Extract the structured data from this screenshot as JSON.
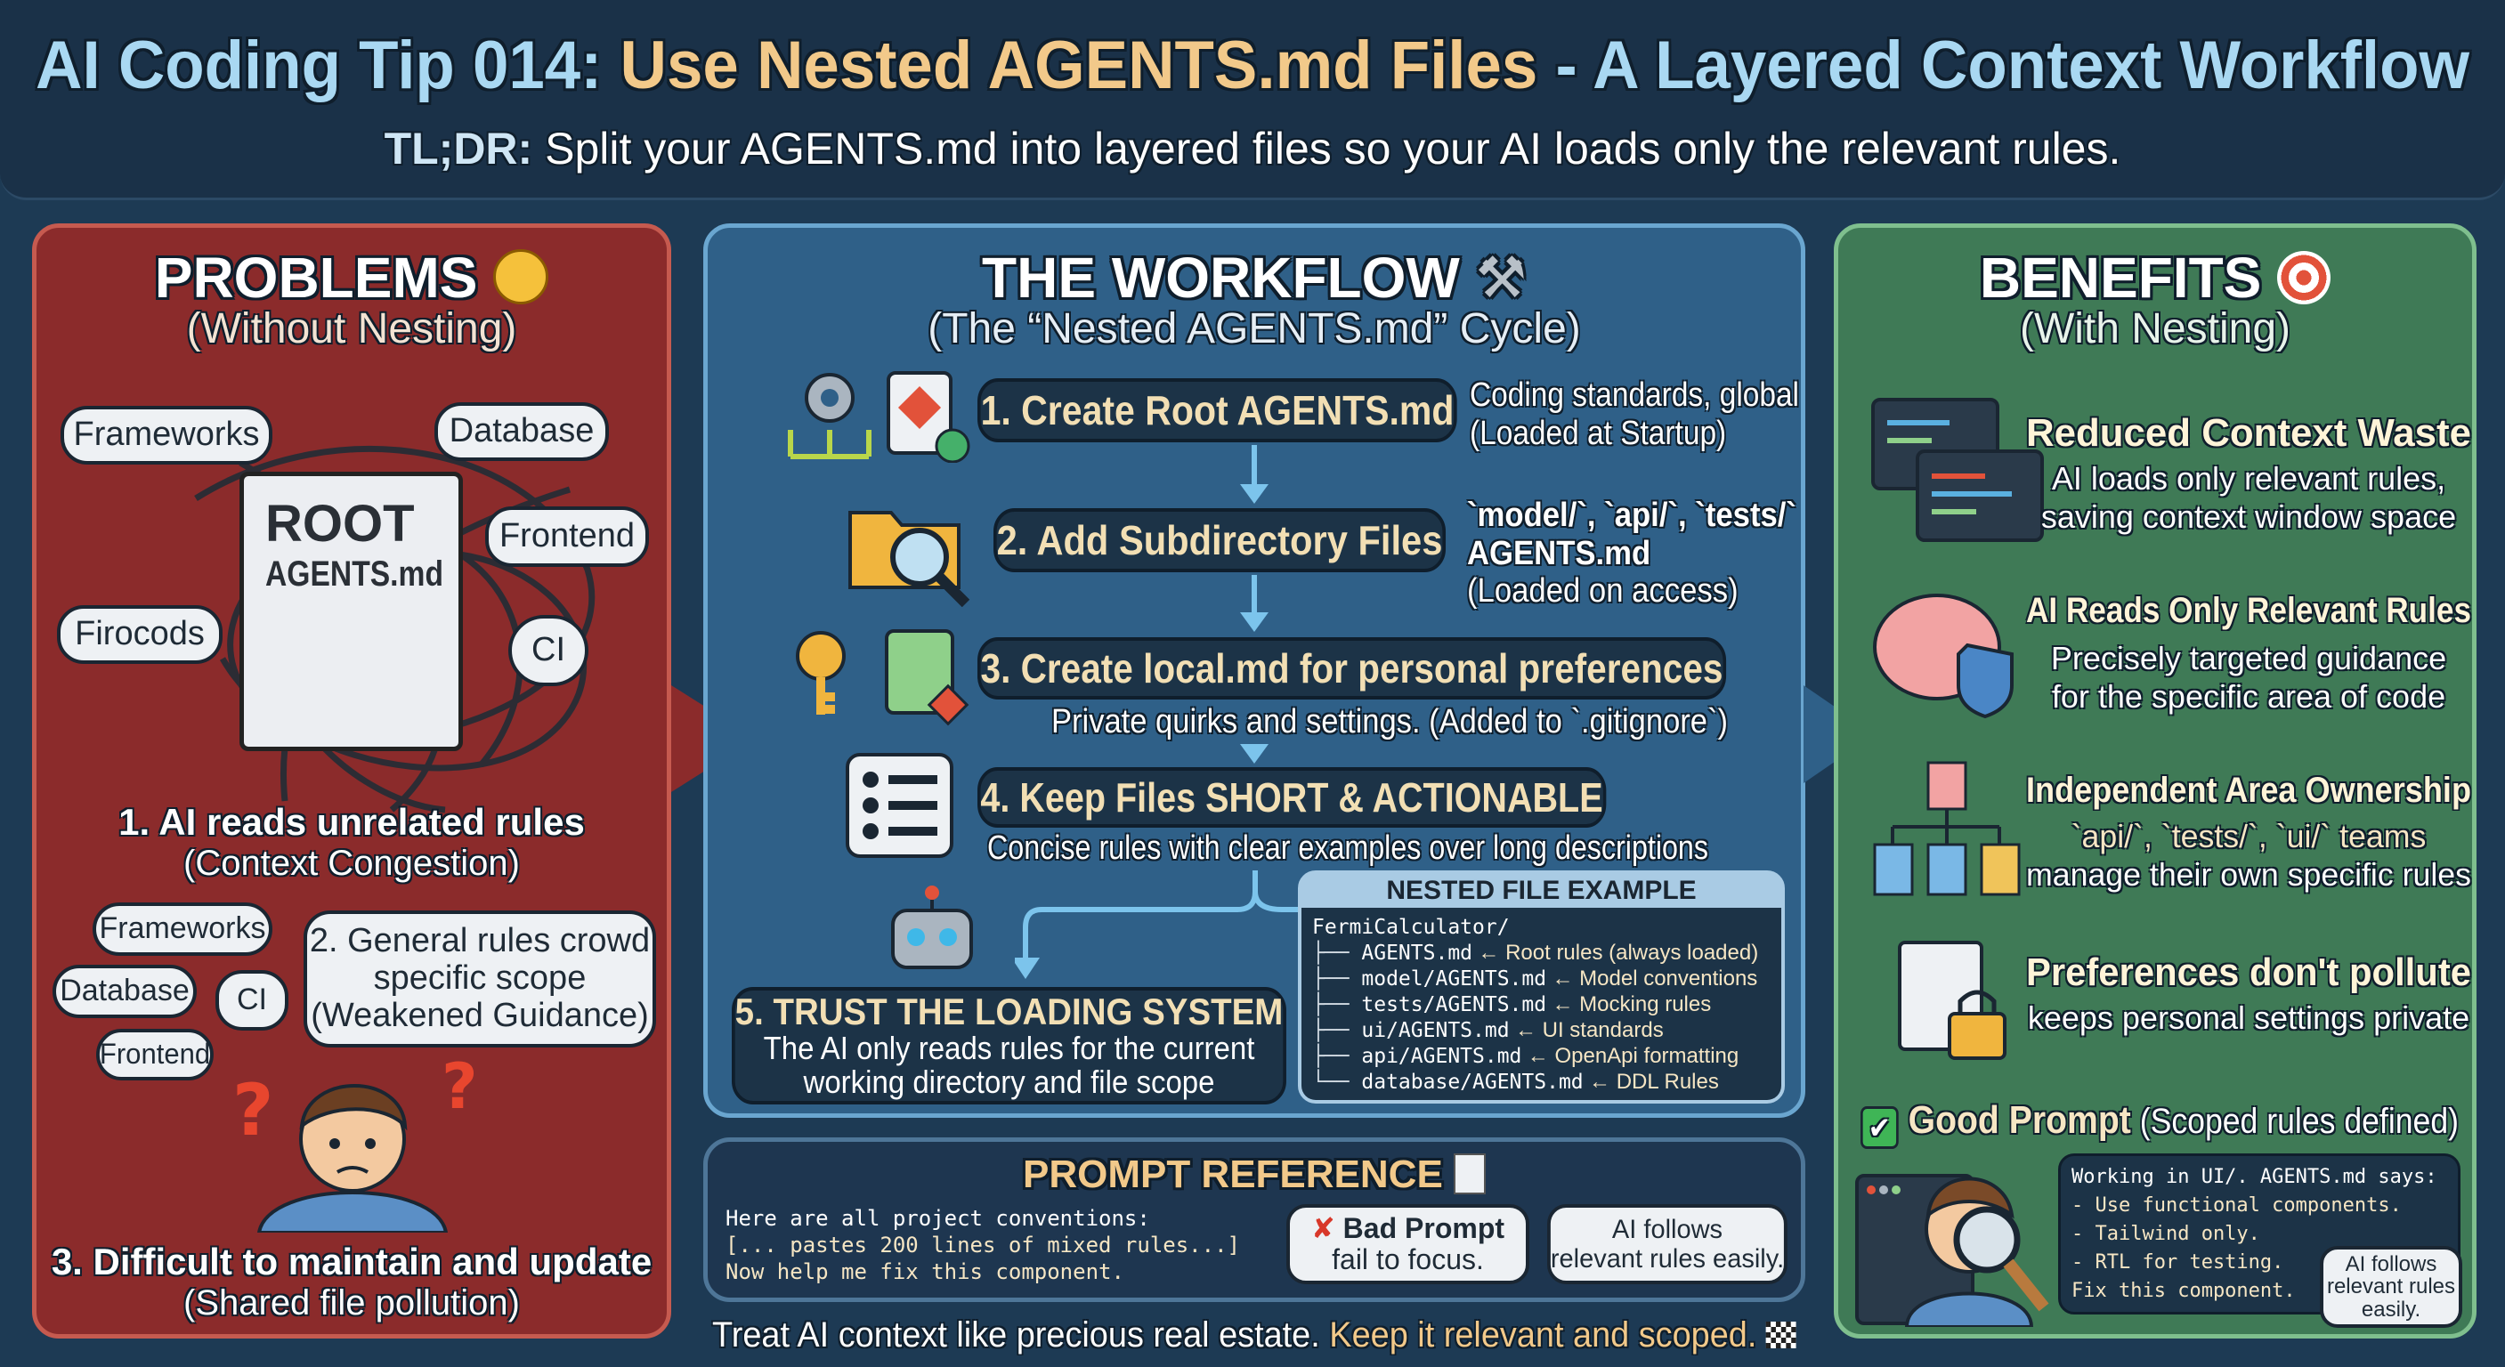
{
  "header": {
    "title_prefix": "AI Coding Tip 014: ",
    "title_highlight": "Use Nested AGENTS.md Files",
    "title_suffix": " - A Layered Context Workflow",
    "tldr_label": "TL;DR:",
    "tldr_text": " Split your AGENTS.md into layered files so your AI loads only the relevant rules."
  },
  "colors": {
    "problems": "#8b2b2b",
    "workflow": "#2f6088",
    "benefits": "#3f7a56",
    "background": "#1d3a54",
    "accent": "#f2c98a"
  },
  "problems": {
    "title": "PROBLEMS",
    "emoji_icon": "pensive-face-icon",
    "subtitle": "(Without Nesting)",
    "bubbles": [
      "Frameworks",
      "Database",
      "Frontend",
      "Firocods",
      "CI"
    ],
    "doc_line1": "ROOT",
    "doc_line2": "AGENTS.md",
    "point1": "1. AI reads unrelated rules",
    "point1_sub": "(Context Congestion)",
    "small_bubbles": [
      "Frameworks",
      "Database",
      "CI",
      "Frontend"
    ],
    "point2_line1": "2. General rules crowd",
    "point2_line2": "specific scope",
    "point2_line3": "(Weakened Guidance)",
    "point3": "3. Difficult to maintain and update",
    "point3_sub": "(Shared file pollution)"
  },
  "workflow": {
    "title": "THE WORKFLOW",
    "title_icon": "tools-icon",
    "subtitle": "(The “Nested AGENTS.md” Cycle)",
    "steps": [
      {
        "label": "1. Create Root AGENTS.md",
        "note1": "Coding standards, global",
        "note2": "(Loaded at Startup)"
      },
      {
        "label": "2. Add Subdirectory Files",
        "note1": "`model/`, `api/`, `tests/`",
        "note2": "AGENTS.md",
        "note3": "(Loaded on access)"
      },
      {
        "label": "3. Create local.md for personal preferences",
        "note1": "Private quirks and settings. (Added to `.gitignore`)"
      },
      {
        "label": "4. Keep Files SHORT & ACTIONABLE",
        "note1": "Concise rules with clear examples over long descriptions"
      },
      {
        "label": "5. TRUST THE LOADING SYSTEM",
        "note1": "The AI only reads rules for the current",
        "note2": "working directory and file scope"
      }
    ],
    "example": {
      "title": "NESTED FILE EXAMPLE",
      "root": "FermiCalculator/",
      "rows": [
        {
          "file": "AGENTS.md",
          "note": "← Root rules (always loaded)"
        },
        {
          "file": "model/AGENTS.md",
          "note": "← Model conventions"
        },
        {
          "file": "tests/AGENTS.md",
          "note": "← Mocking rules"
        },
        {
          "file": "ui/AGENTS.md",
          "note": "← UI standards"
        },
        {
          "file": "api/AGENTS.md",
          "note": "← OpenApi formatting"
        },
        {
          "file": "database/AGENTS.md",
          "note": "← DDL Rules"
        }
      ]
    }
  },
  "prompt_reference": {
    "title": "PROMPT REFERENCE",
    "title_icon": "memo-icon",
    "code": [
      "Here are all project conventions:",
      "[... pastes 200 lines of mixed rules...]",
      "Now help me fix this component."
    ],
    "bad_label": "Bad Prompt",
    "bad_sub": "fail to focus.",
    "good_line1": "AI follows",
    "good_line2": "relevant rules easily."
  },
  "footer": {
    "text_plain": "Treat AI context like precious real estate. ",
    "text_highlight": "Keep it relevant and scoped.",
    "icon": "checkered-flag-icon"
  },
  "benefits": {
    "title": "BENEFITS",
    "title_icon": "target-icon",
    "subtitle": "(With Nesting)",
    "items": [
      {
        "title": "Reduced Context Waste",
        "desc1": "AI loads only relevant rules,",
        "desc2": "saving context window space"
      },
      {
        "title": "AI Reads Only Relevant Rules",
        "desc1": "Precisely targeted guidance",
        "desc2": "for the specific area of code"
      },
      {
        "title": "Independent Area Ownership",
        "desc1": "`api/`, `tests/`, `ui/` teams",
        "desc2": "manage their own specific rules"
      },
      {
        "title": "Preferences don't pollute",
        "desc1": "keeps personal settings private"
      }
    ],
    "good_label": "Good Prompt",
    "good_sub": " (Scoped rules defined)",
    "good_code": [
      "Working in UI/. AGENTS.md says:",
      "- Use functional components.",
      "- Tailwind only.",
      "- RTL for testing.",
      "Fix this component."
    ],
    "bubble_line1": "AI follows",
    "bubble_line2": "relevant rules",
    "bubble_line3": "easily."
  }
}
